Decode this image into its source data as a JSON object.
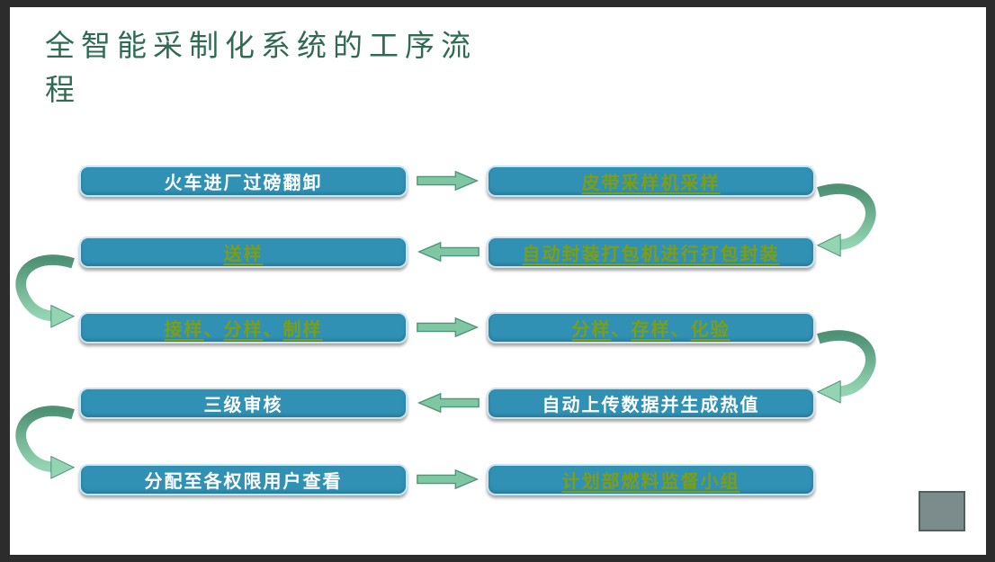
{
  "title": {
    "line1": "全智能采制化系统的工序流",
    "line2": "程"
  },
  "colors": {
    "title_green": "#2f6b52",
    "box_fill": "#3191b5",
    "box_text_white": "#ffffff",
    "link_green": "#7e9e12",
    "arrow_fill": "#7fc7a3",
    "arrow_border": "#4f9677",
    "curve_dark": "#4f9174",
    "curve_light": "#93d5b2",
    "square_fill": "#7c8c8c",
    "frame": "#2c2c2c"
  },
  "flow": {
    "rows": [
      {
        "arrow": "right",
        "left": {
          "parts": [
            {
              "text": "火车进厂过磅翻卸",
              "style": "white"
            }
          ]
        },
        "right": {
          "parts": [
            {
              "text": "皮带采样机采样",
              "style": "link"
            }
          ]
        }
      },
      {
        "arrow": "left",
        "left": {
          "parts": [
            {
              "text": "送样",
              "style": "link"
            }
          ]
        },
        "right": {
          "parts": [
            {
              "text": "自动封装打包机进行打包封装",
              "style": "link"
            }
          ]
        }
      },
      {
        "arrow": "right",
        "left": {
          "parts": [
            {
              "text": "接样",
              "style": "link"
            },
            {
              "text": "、",
              "style": "separator"
            },
            {
              "text": "分样",
              "style": "link"
            },
            {
              "text": "、",
              "style": "separator"
            },
            {
              "text": "制样",
              "style": "link"
            }
          ]
        },
        "right": {
          "parts": [
            {
              "text": "分样",
              "style": "link"
            },
            {
              "text": "、",
              "style": "separator"
            },
            {
              "text": "存样",
              "style": "link"
            },
            {
              "text": "、",
              "style": "separator"
            },
            {
              "text": "化验",
              "style": "link"
            }
          ]
        }
      },
      {
        "arrow": "left",
        "left": {
          "parts": [
            {
              "text": "三级审核",
              "style": "white"
            }
          ]
        },
        "right": {
          "parts": [
            {
              "text": "自动上传数据并生成热值",
              "style": "white"
            }
          ]
        }
      },
      {
        "arrow": "right",
        "left": {
          "parts": [
            {
              "text": "分配至各权限用户查看",
              "style": "white"
            }
          ]
        },
        "right": {
          "parts": [
            {
              "text": "计划部燃料监督小组",
              "style": "link"
            }
          ]
        }
      }
    ],
    "connectors": [
      {
        "side": "right",
        "from_row": 1,
        "to_row": 2
      },
      {
        "side": "left",
        "from_row": 2,
        "to_row": 3
      },
      {
        "side": "right",
        "from_row": 3,
        "to_row": 4
      },
      {
        "side": "left",
        "from_row": 4,
        "to_row": 5
      }
    ]
  },
  "icons": {
    "horizontal_arrow": "block-arrow",
    "curved_arrow": "curved-block-arrow",
    "decor_square": "gray-rectangle"
  }
}
